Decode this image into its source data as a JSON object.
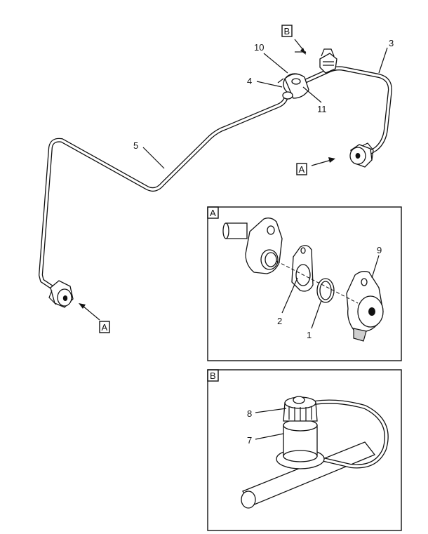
{
  "view_labels": {
    "a_main_right": "A",
    "a_main_left": "A",
    "b_main": "B",
    "detail_a_tag": "A",
    "detail_b_tag": "B"
  },
  "callouts": {
    "c1": "1",
    "c2": "2",
    "c3": "3",
    "c4": "4",
    "c5": "5",
    "c7": "7",
    "c8": "8",
    "c9": "9",
    "c10": "10",
    "c11": "11"
  }
}
